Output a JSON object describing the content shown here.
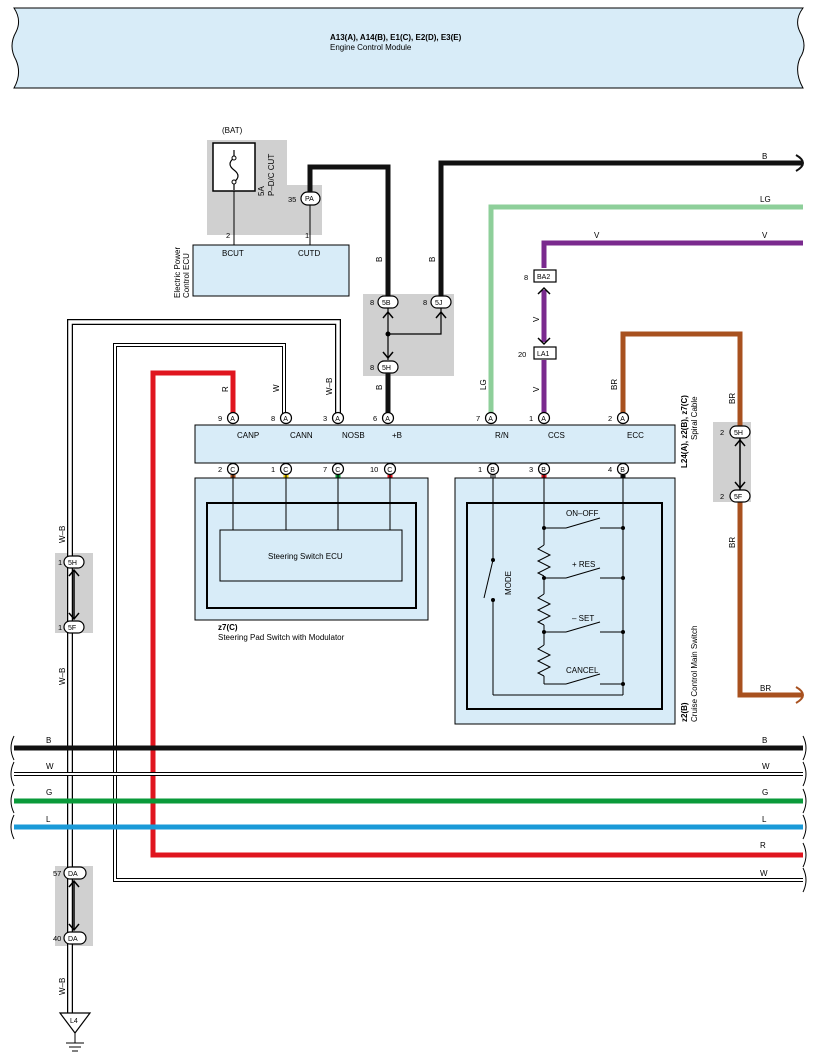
{
  "ecm": {
    "title": "A13(A), A14(B), E1(C), E2(D), E3(E)",
    "subtitle": "Engine Control Module"
  },
  "battery": {
    "label": "(BAT)",
    "fuse_rating": "5A",
    "fuse_name": "P–D/C CUT",
    "conn_pin": "35",
    "conn_id": "PA"
  },
  "epc_ecu": {
    "name_line1": "Electric Power",
    "name_line2": "Control ECU",
    "pin_bcut": "2",
    "label_bcut": "BCUT",
    "pin_cutd": "1",
    "label_cutd": "CUTD"
  },
  "junctions": {
    "j5b_pin": "8",
    "j5b_id": "5B",
    "j5j_pin": "8",
    "j5j_id": "5J",
    "j5h_pin": "8",
    "j5h_id": "5H",
    "ba2_pin": "8",
    "ba2_id": "BA2",
    "la1_pin": "20",
    "la1_id": "LA1",
    "left_5h_pin": "1",
    "left_5h_id": "5H",
    "left_5f_pin": "1",
    "left_5f_id": "5F",
    "right_5h_pin": "2",
    "right_5h_id": "5H",
    "right_5f_pin": "2",
    "right_5f_id": "5F",
    "da57_pin": "57",
    "da57_id": "DA",
    "da40_pin": "40",
    "da40_id": "DA"
  },
  "spiral_cable": {
    "ref": "L24(A), z2(B), z7(C)",
    "name": "Spiral Cable",
    "top_pins": [
      {
        "num": "9",
        "conn": "A",
        "label": "CANP",
        "wire": "R"
      },
      {
        "num": "8",
        "conn": "A",
        "label": "CANN",
        "wire": "W"
      },
      {
        "num": "3",
        "conn": "A",
        "label": "NOSB",
        "wire": "W–B"
      },
      {
        "num": "6",
        "conn": "A",
        "label": "+B",
        "wire": "B"
      },
      {
        "num": "7",
        "conn": "A",
        "label": "R/N",
        "wire": "LG"
      },
      {
        "num": "1",
        "conn": "A",
        "label": "CCS",
        "wire": "V"
      },
      {
        "num": "2",
        "conn": "A",
        "label": "ECC",
        "wire": "BR"
      }
    ],
    "bottom_pins": [
      {
        "num": "2",
        "conn": "C",
        "wire": "BR"
      },
      {
        "num": "1",
        "conn": "C",
        "wire": "Y"
      },
      {
        "num": "7",
        "conn": "C",
        "wire": "G"
      },
      {
        "num": "10",
        "conn": "C",
        "wire": "R"
      },
      {
        "num": "1",
        "conn": "B",
        "wire": "W"
      },
      {
        "num": "3",
        "conn": "B",
        "wire": "R"
      },
      {
        "num": "4",
        "conn": "B",
        "wire": "B"
      }
    ]
  },
  "steering_pad": {
    "ecu_label": "Steering Switch ECU",
    "ref": "z7(C)",
    "name": "Steering Pad Switch with Modulator"
  },
  "cruise_switch": {
    "ref": "z2(B)",
    "name": "Cruise Control Main Switch",
    "mode": "MODE",
    "on_off": "ON–OFF",
    "res": "+ RES",
    "set": "– SET",
    "cancel": "CANCEL"
  },
  "wire_labels": {
    "b_top": "B",
    "lg_top": "LG",
    "v_top_a": "V",
    "v_top_b": "V",
    "b_5b": "B",
    "b_5j": "B",
    "b_5h": "B",
    "v_ba2": "V",
    "v_la1": "V",
    "br_ecc": "BR",
    "br_right_top": "BR",
    "br_right_mid": "BR",
    "br_right_end": "BR",
    "wb_left_top": "W–B",
    "wb_left_mid": "W–B",
    "wb_left_bot": "W–B",
    "bus_b_l": "B",
    "bus_b_r": "B",
    "bus_w_l": "W",
    "bus_w_r": "W",
    "bus_g_l": "G",
    "bus_g_r": "G",
    "bus_l_l": "L",
    "bus_l_r": "L",
    "bus_r_r": "R",
    "bus_w2_r": "W"
  },
  "ground": {
    "label": "L4"
  },
  "colors": {
    "black": "#111111",
    "red": "#e0151f",
    "green": "#0a9a3a",
    "blue": "#1a9ad8",
    "lightgreen": "#8ecf9a",
    "violet": "#7a2a8e",
    "brown": "#a8511f",
    "yellow": "#f2d20b",
    "box_fill": "#d8ecf8",
    "shade": "#d0d0d0"
  }
}
